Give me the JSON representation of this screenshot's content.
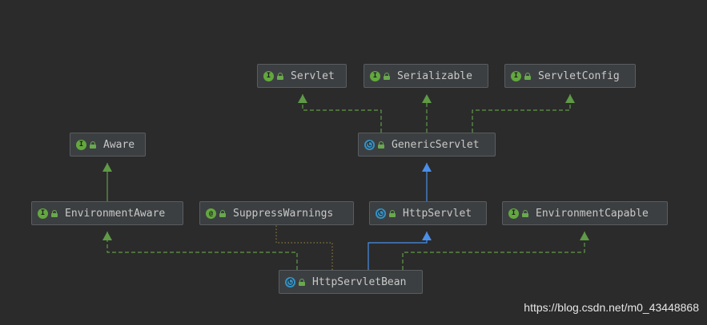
{
  "nodes": [
    {
      "id": "servlet",
      "label": "Servlet",
      "kind": "interface",
      "kind_letter": "I"
    },
    {
      "id": "serializable",
      "label": "Serializable",
      "kind": "interface",
      "kind_letter": "I"
    },
    {
      "id": "servletconfig",
      "label": "ServletConfig",
      "kind": "interface",
      "kind_letter": "I"
    },
    {
      "id": "aware",
      "label": "Aware",
      "kind": "interface",
      "kind_letter": "I"
    },
    {
      "id": "genericservlet",
      "label": "GenericServlet",
      "kind": "class",
      "kind_letter": "C"
    },
    {
      "id": "environmentaware",
      "label": "EnvironmentAware",
      "kind": "interface",
      "kind_letter": "I"
    },
    {
      "id": "suppresswarnings",
      "label": "SuppressWarnings",
      "kind": "annotation",
      "kind_letter": "@"
    },
    {
      "id": "httpservlet",
      "label": "HttpServlet",
      "kind": "class",
      "kind_letter": "C"
    },
    {
      "id": "environmentcapable",
      "label": "EnvironmentCapable",
      "kind": "interface",
      "kind_letter": "I"
    },
    {
      "id": "httpservletbean",
      "label": "HttpServletBean",
      "kind": "class",
      "kind_letter": "C"
    }
  ],
  "edges": [
    {
      "from": "genericservlet",
      "to": "servlet",
      "type": "implements"
    },
    {
      "from": "genericservlet",
      "to": "serializable",
      "type": "implements"
    },
    {
      "from": "genericservlet",
      "to": "servletconfig",
      "type": "implements"
    },
    {
      "from": "environmentaware",
      "to": "aware",
      "type": "extends-interface"
    },
    {
      "from": "httpservlet",
      "to": "genericservlet",
      "type": "extends"
    },
    {
      "from": "httpservletbean",
      "to": "httpservlet",
      "type": "extends"
    },
    {
      "from": "httpservletbean",
      "to": "environmentaware",
      "type": "implements"
    },
    {
      "from": "httpservletbean",
      "to": "environmentcapable",
      "type": "implements"
    },
    {
      "from": "httpservletbean",
      "to": "suppresswarnings",
      "type": "annotated"
    }
  ],
  "colors": {
    "extends": "#4a8fe8",
    "implements": "#5f9a46",
    "annotated": "#8a7a3a"
  },
  "watermark": "https://blog.csdn.net/m0_43448868"
}
